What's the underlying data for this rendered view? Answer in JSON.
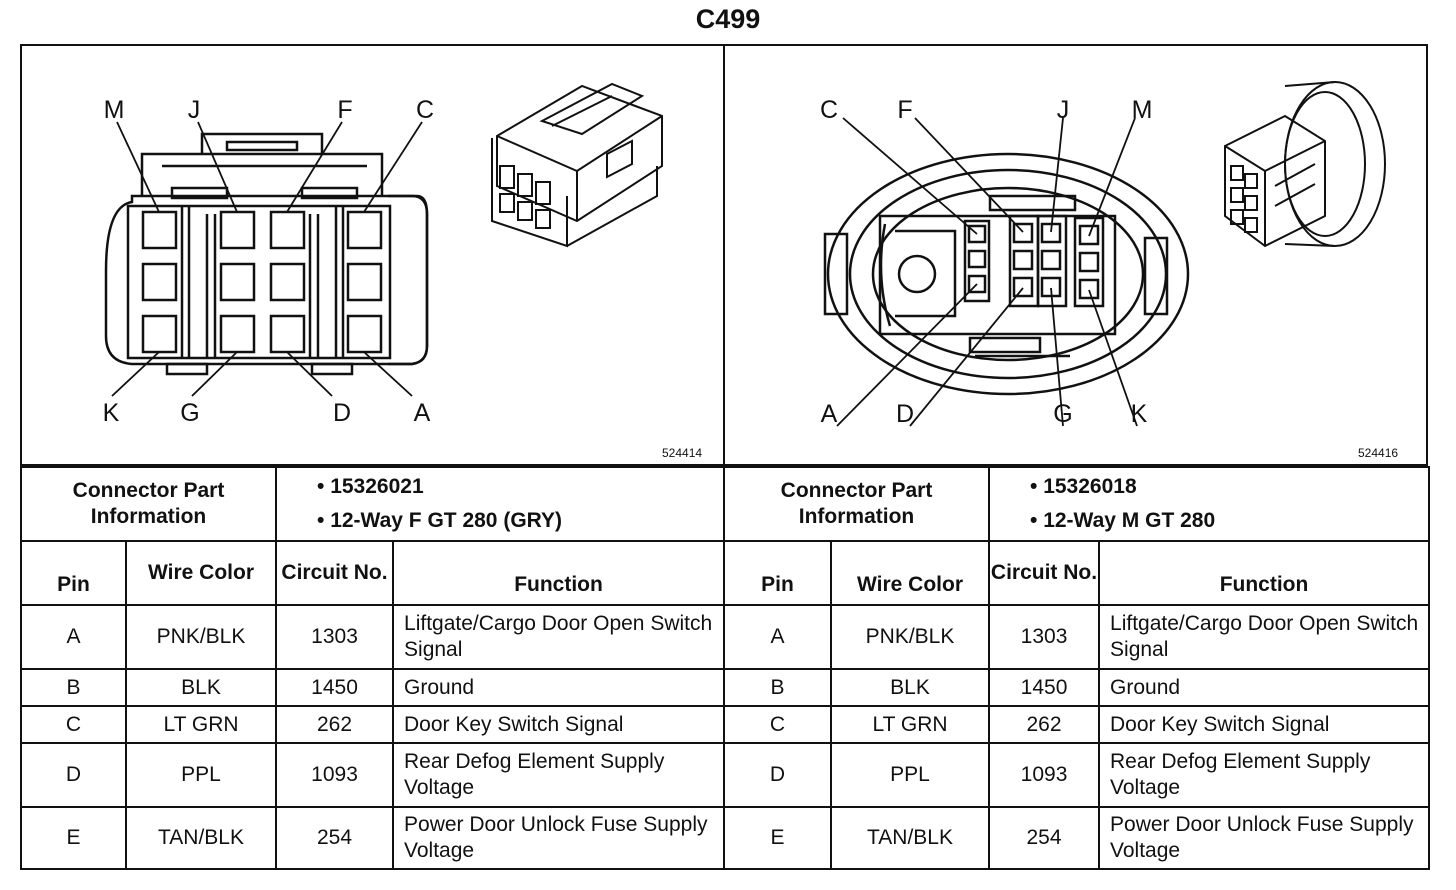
{
  "title": "C499",
  "left_connector": {
    "figure_id": "524414",
    "pin_labels": [
      "M",
      "J",
      "F",
      "C",
      "K",
      "G",
      "D",
      "A"
    ],
    "part_info_label": "Connector Part Information",
    "part_number": "15326021",
    "description": "12-Way F GT 280 (GRY)",
    "headers": {
      "pin": "Pin",
      "wire_color": "Wire Color",
      "circuit": "Circuit No.",
      "function": "Function"
    },
    "rows": [
      {
        "pin": "A",
        "wire": "PNK/BLK",
        "circuit": "1303",
        "function": "Liftgate/Cargo Door Open Switch Signal"
      },
      {
        "pin": "B",
        "wire": "BLK",
        "circuit": "1450",
        "function": "Ground"
      },
      {
        "pin": "C",
        "wire": "LT GRN",
        "circuit": "262",
        "function": "Door Key Switch Signal"
      },
      {
        "pin": "D",
        "wire": "PPL",
        "circuit": "1093",
        "function": "Rear Defog Element Supply Voltage"
      },
      {
        "pin": "E",
        "wire": "TAN/BLK",
        "circuit": "254",
        "function": "Power Door Unlock Fuse Supply Voltage"
      }
    ]
  },
  "right_connector": {
    "figure_id": "524416",
    "pin_labels": [
      "C",
      "F",
      "J",
      "M",
      "A",
      "D",
      "G",
      "K"
    ],
    "part_info_label": "Connector Part Information",
    "part_number": "15326018",
    "description": "12-Way M GT 280",
    "headers": {
      "pin": "Pin",
      "wire_color": "Wire Color",
      "circuit": "Circuit No.",
      "function": "Function"
    },
    "rows": [
      {
        "pin": "A",
        "wire": "PNK/BLK",
        "circuit": "1303",
        "function": "Liftgate/Cargo Door Open Switch Signal"
      },
      {
        "pin": "B",
        "wire": "BLK",
        "circuit": "1450",
        "function": "Ground"
      },
      {
        "pin": "C",
        "wire": "LT GRN",
        "circuit": "262",
        "function": "Door Key Switch Signal"
      },
      {
        "pin": "D",
        "wire": "PPL",
        "circuit": "1093",
        "function": "Rear Defog Element Supply Voltage"
      },
      {
        "pin": "E",
        "wire": "TAN/BLK",
        "circuit": "254",
        "function": "Power Door Unlock Fuse Supply Voltage"
      }
    ]
  }
}
